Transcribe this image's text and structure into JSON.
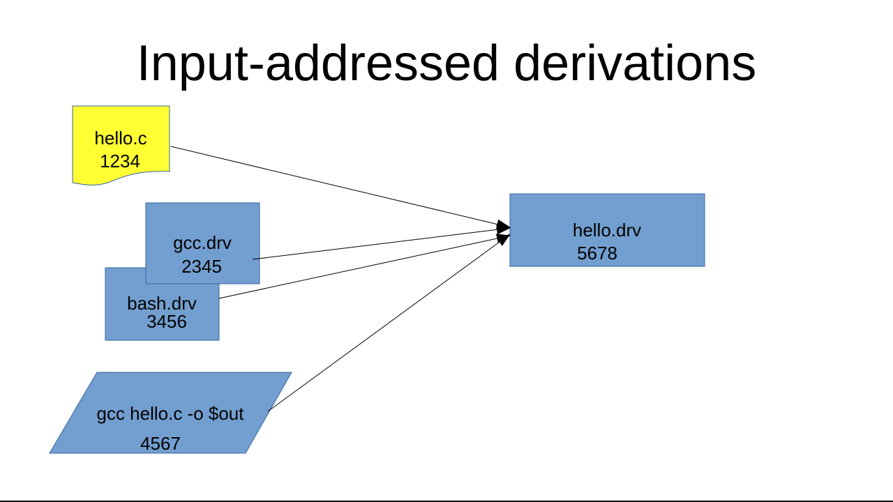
{
  "slide": {
    "title": "Input-addressed derivations"
  },
  "colors": {
    "source_fill": "#ffff33",
    "derivation_fill": "#729fcf",
    "node_stroke": "#3465a4",
    "edge": "#000000"
  },
  "nodes": {
    "source_file": {
      "name": "hello.c",
      "hash": "1234",
      "shape": "document"
    },
    "gcc_drv": {
      "name": "gcc.drv",
      "hash": "2345",
      "shape": "rectangle"
    },
    "bash_drv": {
      "name": "bash.drv",
      "hash": "3456",
      "shape": "rectangle"
    },
    "build_command": {
      "name": "gcc hello.c -o $out",
      "hash": "4567",
      "shape": "parallelogram"
    },
    "output_drv": {
      "name": "hello.drv",
      "hash": "5678",
      "shape": "rectangle"
    }
  },
  "edges": [
    {
      "from": "hello.c",
      "to": "hello.drv"
    },
    {
      "from": "gcc.drv",
      "to": "hello.drv"
    },
    {
      "from": "bash.drv",
      "to": "hello.drv"
    },
    {
      "from": "gcc hello.c -o $out",
      "to": "hello.drv"
    }
  ]
}
